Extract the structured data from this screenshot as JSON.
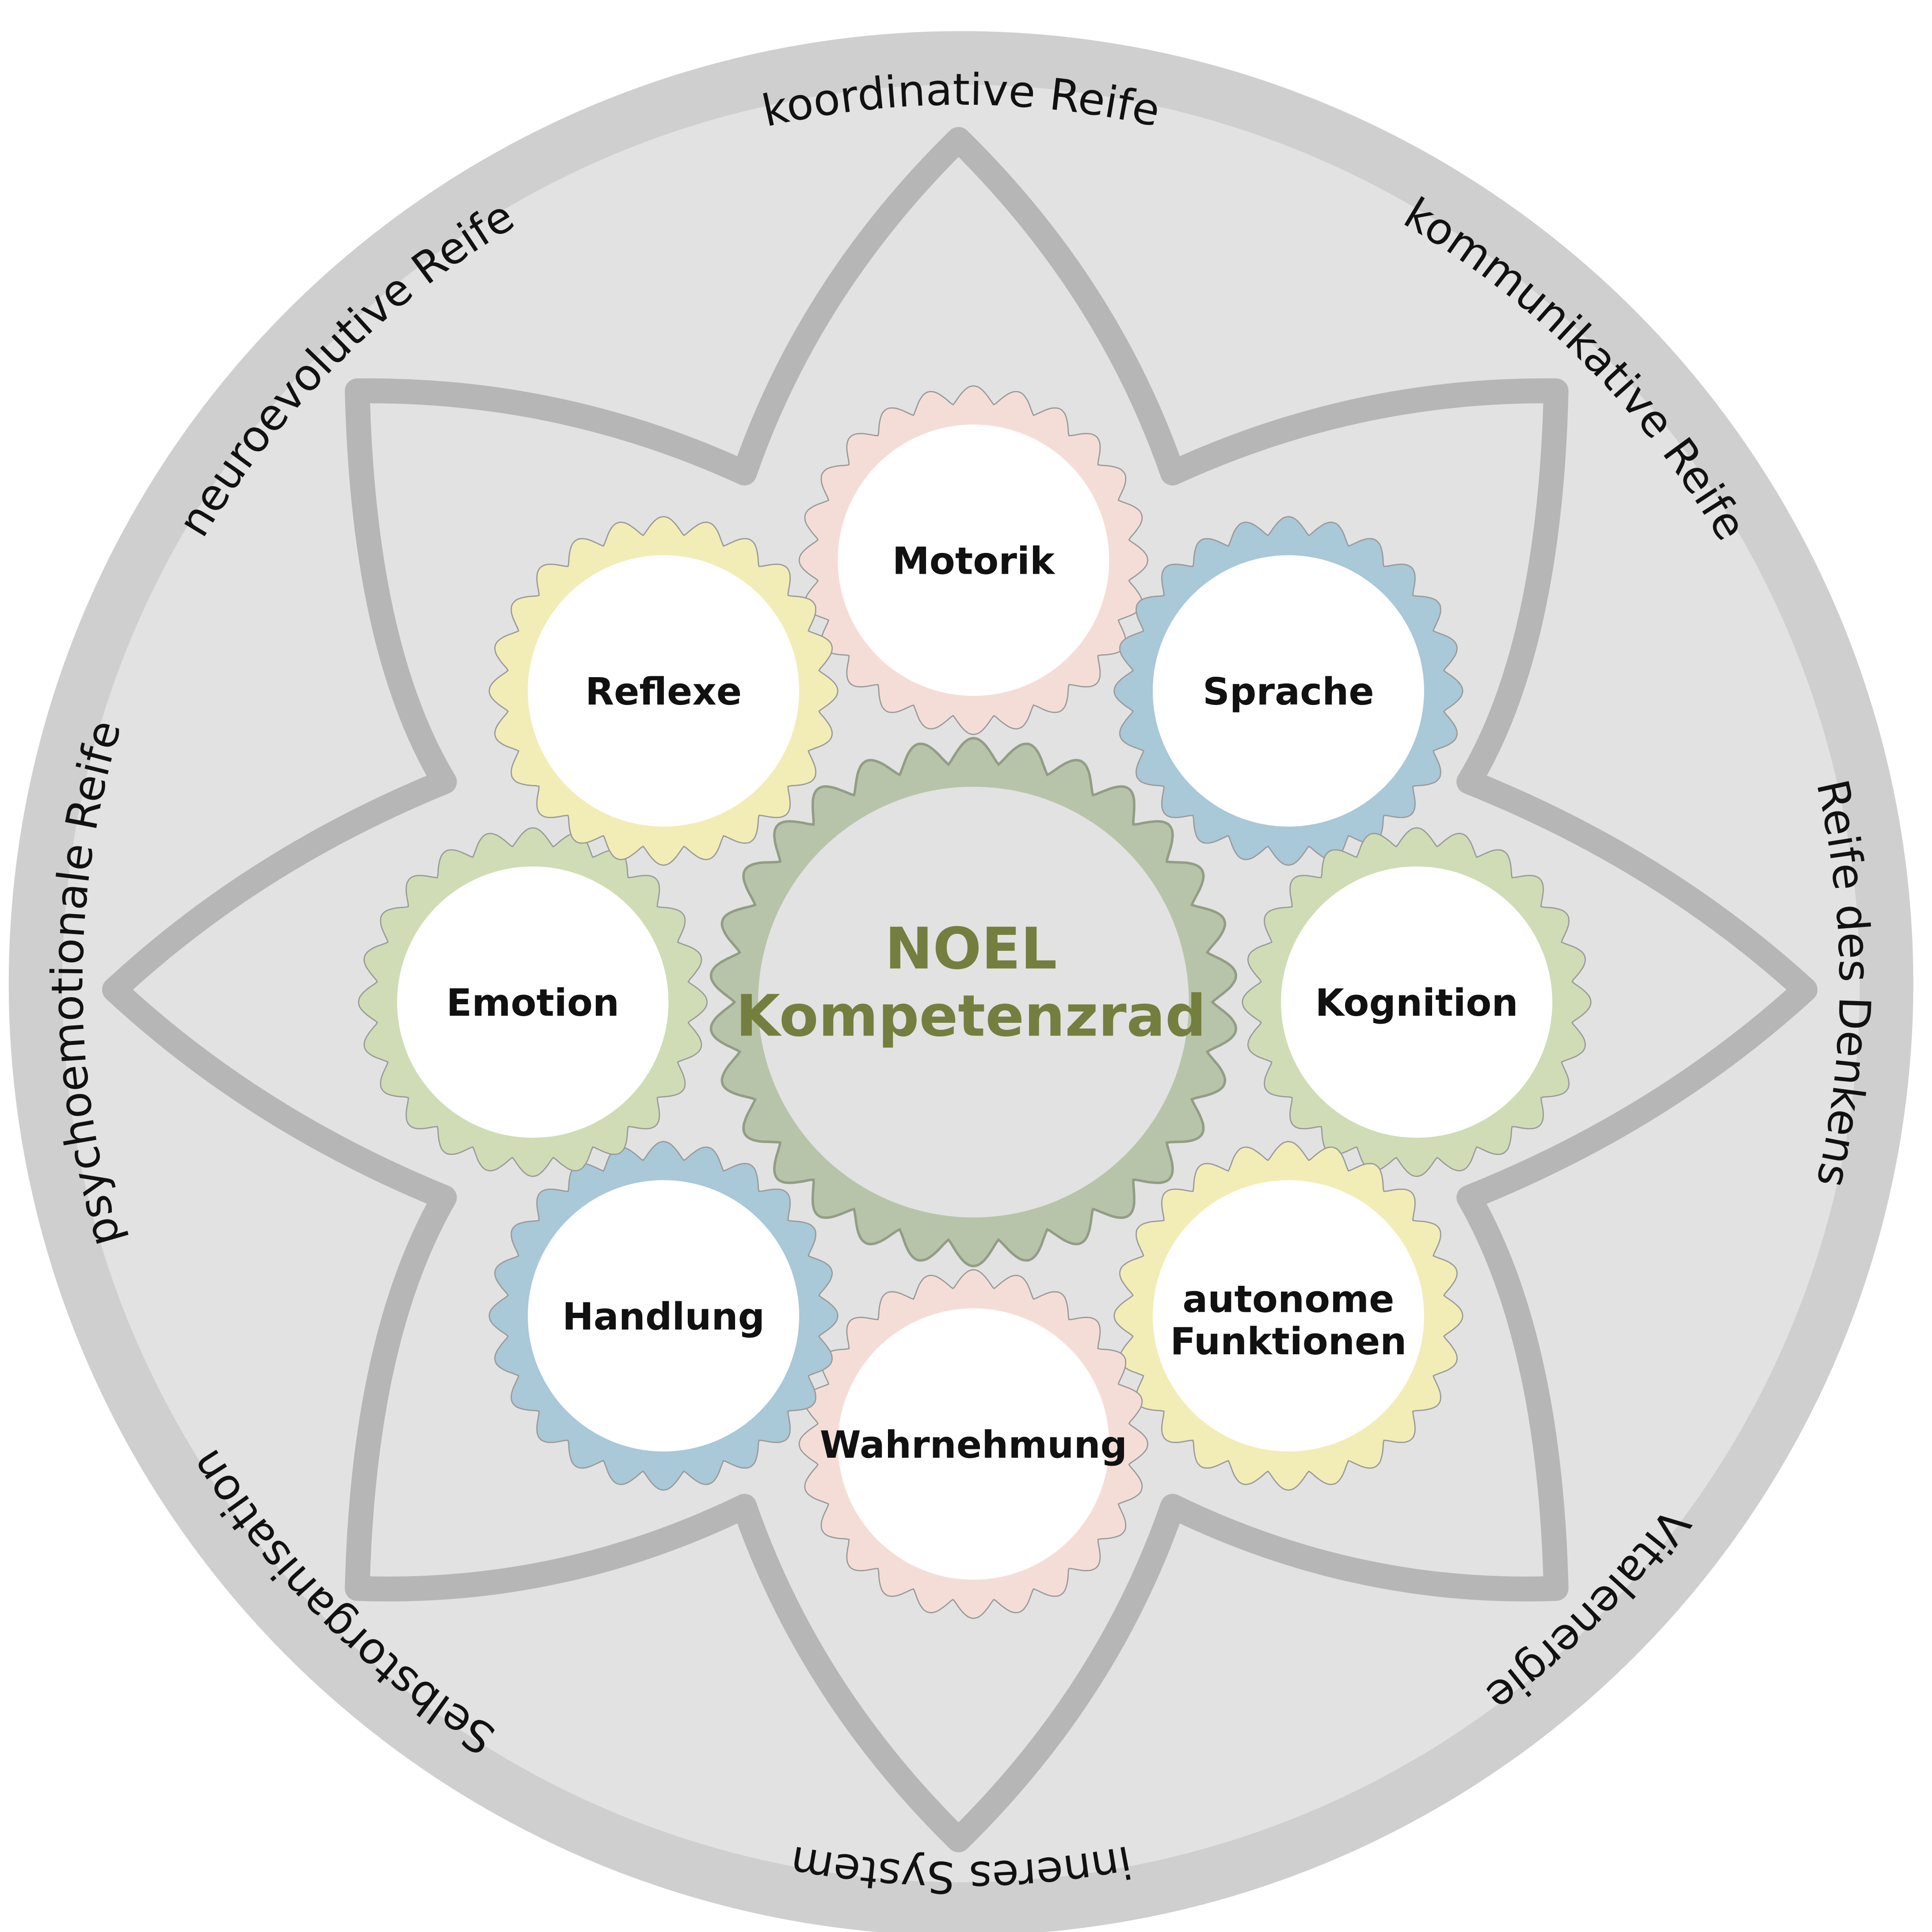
{
  "title": {
    "line1": "NOEL",
    "line2": "Kompetenzrad",
    "color": "#747f3f"
  },
  "colors": {
    "outer_ring": "#cfcfcf",
    "background": "#e2e2e2",
    "star_stroke": "#b6b6b6",
    "center_gear": "#b8c4aa",
    "center_gear_stroke": "#939d86",
    "pink": "#f5ddd7",
    "blue": "#a9c8d8",
    "green": "#cfdcb5",
    "yellow": "#f2edb6"
  },
  "gears": [
    {
      "label": "Motorik",
      "color": "pink"
    },
    {
      "label": "Sprache",
      "color": "blue"
    },
    {
      "label": "Kognition",
      "color": "green"
    },
    {
      "label": "autonome",
      "label2": "Funktionen",
      "color": "yellow"
    },
    {
      "label": "Wahrnehmung",
      "color": "pink"
    },
    {
      "label": "Handlung",
      "color": "blue"
    },
    {
      "label": "Emotion",
      "color": "green"
    },
    {
      "label": "Reflexe",
      "color": "yellow"
    }
  ],
  "ring_labels": [
    "koordinative Reife",
    "kommunikative Reife",
    "Reife des Denkens",
    "Vitalenergie",
    "inneres System",
    "Selbstorganisation",
    "psychoemotionale Reife",
    "neuroevolutive Reife"
  ]
}
